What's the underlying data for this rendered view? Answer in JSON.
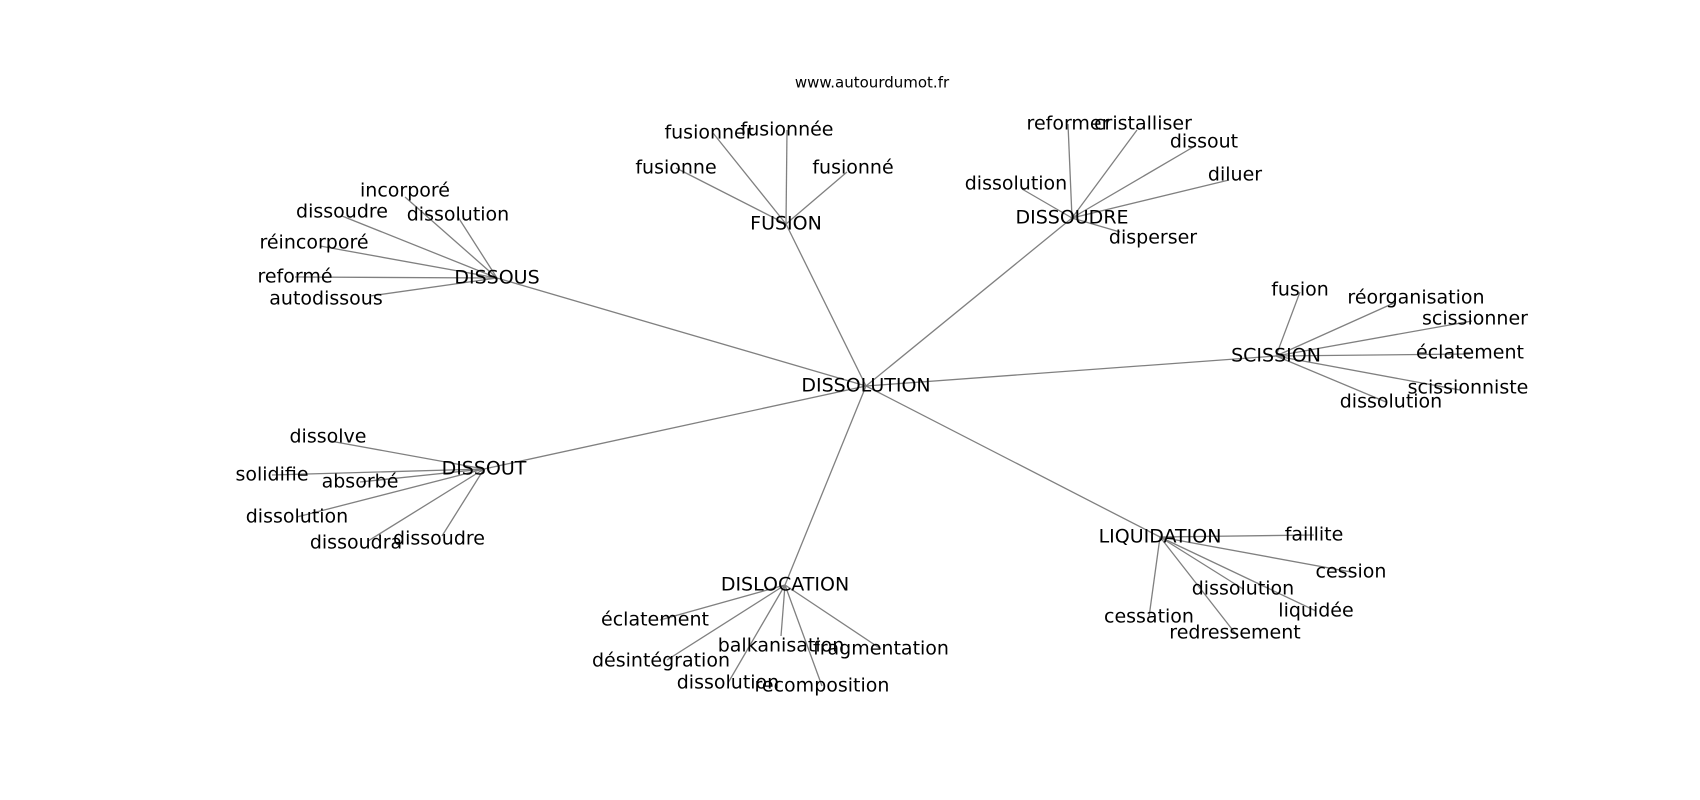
{
  "site_label": "www.autourdumot.fr",
  "center": "DISSOLUTION",
  "clusters": [
    {
      "hub": "DISSOUS",
      "leaves": [
        "incorporé",
        "dissoudre",
        "dissolution",
        "réincorporé",
        "reformé",
        "autodissous"
      ]
    },
    {
      "hub": "FUSION",
      "leaves": [
        "fusionner",
        "fusionnée",
        "fusionne",
        "fusionné"
      ]
    },
    {
      "hub": "DISSOUDRE",
      "leaves": [
        "reformer",
        "cristalliser",
        "dissout",
        "diluer",
        "dissolution",
        "disperser"
      ]
    },
    {
      "hub": "SCISSION",
      "leaves": [
        "fusion",
        "réorganisation",
        "scissionner",
        "éclatement",
        "scissionniste",
        "dissolution"
      ]
    },
    {
      "hub": "DISSOUT",
      "leaves": [
        "dissolve",
        "solidifie",
        "absorbé",
        "dissolution",
        "dissoudra",
        "dissoudre"
      ]
    },
    {
      "hub": "DISLOCATION",
      "leaves": [
        "éclatement",
        "désintégration",
        "balkanisation",
        "fragmentation",
        "dissolution",
        "recomposition"
      ]
    },
    {
      "hub": "LIQUIDATION",
      "leaves": [
        "faillite",
        "cession",
        "dissolution",
        "liquidée",
        "cessation",
        "redressement"
      ]
    }
  ]
}
